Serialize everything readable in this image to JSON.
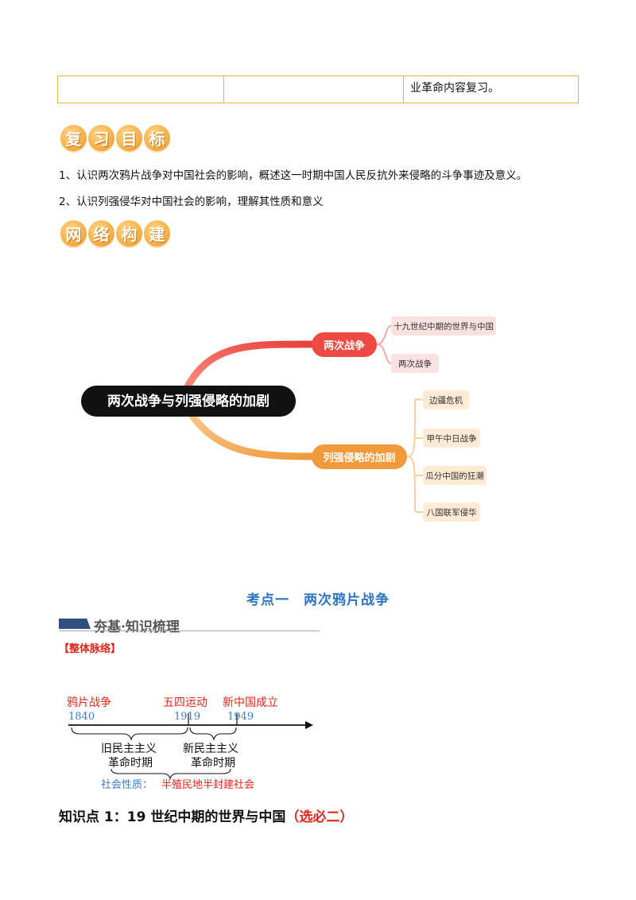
{
  "table_row": {
    "col1": "",
    "col2": "",
    "col3": "业革命内容复习。"
  },
  "goals_badge": [
    "复",
    "习",
    "目",
    "标"
  ],
  "goals": [
    "1、认识两次鸦片战争对中国社会的影响，概述这一时期中国人民反抗外来侵略的斗争事迹及意义。",
    "2、认识列强侵华对中国社会的影响，理解其性质和意义"
  ],
  "network_badge": [
    "网",
    "络",
    "构",
    "建"
  ],
  "mindmap": {
    "root": "两次战争与列强侵略的加剧",
    "branch1": {
      "label": "两次战争",
      "children": [
        "十九世纪中期的世界与中国",
        "两次战争"
      ]
    },
    "branch2": {
      "label": "列强侵略的加剧",
      "children": [
        "边疆危机",
        "甲午中日战争",
        "瓜分中国的狂潮",
        "八国联军侵华"
      ]
    },
    "colors": {
      "root": "#111111",
      "branch1": "#ee4a43",
      "branch2": "#f09a3c"
    }
  },
  "kaodian_title": "考点一　两次鸦片战争",
  "section_header": "夯基·知识梳理",
  "bracket_label": "【整体脉络】",
  "timeline": {
    "events": [
      {
        "name": "鸦片战争",
        "year": "1840"
      },
      {
        "name": "五四运动",
        "year": "1919"
      },
      {
        "name": "新中国成立",
        "year": "1949"
      }
    ],
    "period1": [
      "旧民主主义",
      "革命时期"
    ],
    "period2": [
      "新民主主义",
      "革命时期"
    ],
    "nature_prefix": "社会性质：",
    "nature_value": "半殖民地半封建社会"
  },
  "knowledge_point": {
    "main": "知识点 1：19 世纪中期的世界与中国",
    "tag": "（选必二）"
  }
}
